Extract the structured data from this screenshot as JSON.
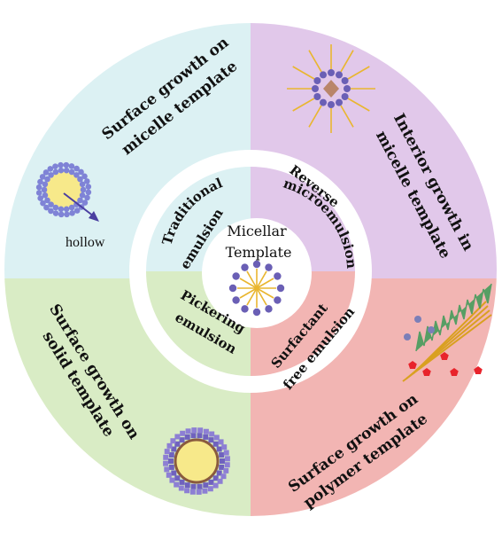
{
  "diagram": {
    "center": {
      "line1": "Micellar",
      "line2": "Template"
    },
    "inner_ring": {
      "top_left": {
        "line1": "Traditional",
        "line2": "emulsion"
      },
      "top_right": {
        "line1": "Reverse",
        "line2": "microemulsion"
      },
      "bottom_left": {
        "line1": "Pickering",
        "line2": "emulsion"
      },
      "bottom_right": {
        "line1": "Surfactant",
        "line2": "free emulsion"
      }
    },
    "outer_ring": {
      "top_left": {
        "line1": "Surface growth on",
        "line2": "micelle template",
        "annotation": "hollow"
      },
      "top_right": {
        "line1": "Interior growth in",
        "line2": "micelle template"
      },
      "bottom_left": {
        "line1": "Surface growth on",
        "line2": "solid template"
      },
      "bottom_right": {
        "line1": "Surface growth on",
        "line2": "polymer template"
      }
    },
    "colors": {
      "top_left": "#dcf1f3",
      "top_right": "#e1c8ea",
      "bottom_left": "#d9ecc5",
      "bottom_right": "#f2b5b3",
      "particle": "#6a5fb5",
      "tail": "#e9b62f",
      "core": "#f7e98a",
      "red_dot": "#e8232b",
      "green_sheet": "#3c9a57"
    }
  }
}
